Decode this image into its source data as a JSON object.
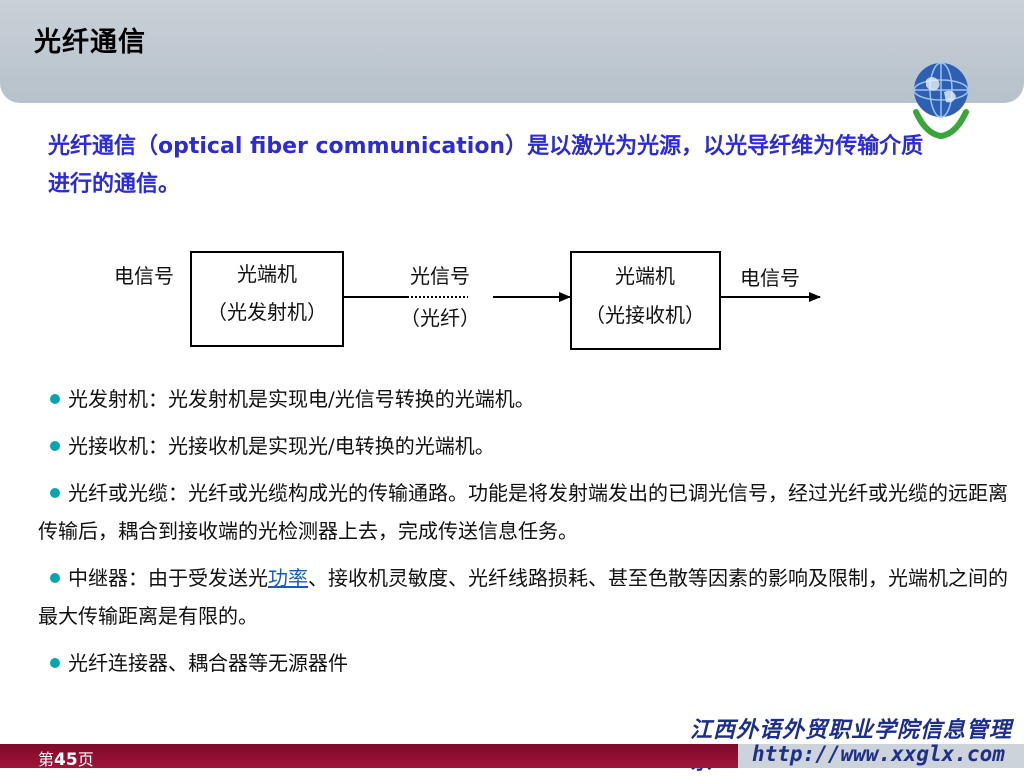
{
  "header": {
    "title": "光纤通信"
  },
  "intro": {
    "prefix": "光纤通信（",
    "english": "optical fiber communication",
    "suffix": "）是以激光为光源，以光导纤维为传输介质进行的通信。"
  },
  "diagram": {
    "input_label": "电信号",
    "transmitter": {
      "line1": "光端机",
      "line2": "（光发射机）"
    },
    "channel": {
      "line1": "光信号",
      "line2": "（光纤）"
    },
    "receiver": {
      "line1": "光端机",
      "line2": "（光接收机）"
    },
    "output_label": "电信号"
  },
  "bullets": [
    {
      "text": "光发射机：光发射机是实现电/光信号转换的光端机。"
    },
    {
      "text": "光接收机：光接收机是实现光/电转换的光端机。"
    },
    {
      "text": "光纤或光缆：光纤或光缆构成光的传输通路。功能是将发射端发出的已调光信号，经过光纤或光缆的远距离传输后，耦合到接收端的光检测器上去，完成传送信息任务。"
    },
    {
      "before": "中继器：由于受发送光",
      "link": "功率",
      "after": "、接收机灵敏度、光纤线路损耗、甚至色散等因素的影响及限制，光端机之间的最大传输距离是有限的。"
    },
    {
      "text": "光纤连接器、耦合器等无源器件"
    }
  ],
  "footer": {
    "page_prefix": "第",
    "page_number": "45",
    "page_suffix": "页",
    "school": "江西外语外贸职业学院信息管理系",
    "url": "http://www.xxglx.com"
  },
  "colors": {
    "intro_text": "#2b2bd9",
    "bullet_dot": "#0aa3b0",
    "footer_bar": "#8b0f2f",
    "link": "#1a58c9"
  }
}
